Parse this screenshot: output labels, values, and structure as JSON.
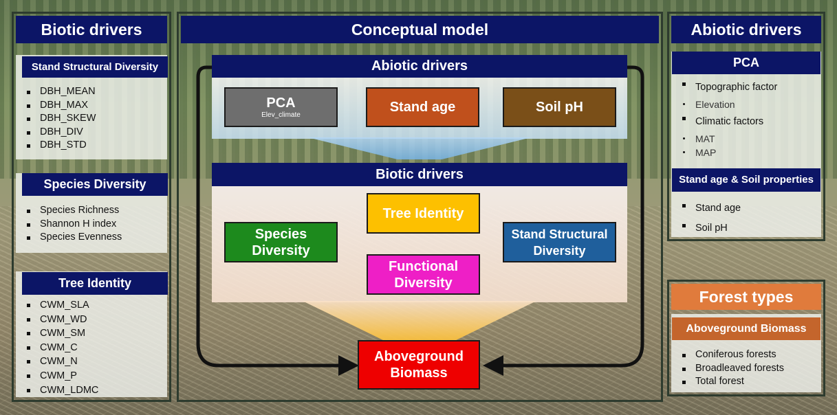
{
  "left": {
    "title": "Biotic drivers",
    "sections": [
      {
        "heading": "Stand Structural Diversity",
        "items": [
          "DBH_MEAN",
          "DBH_MAX",
          "DBH_SKEW",
          "DBH_DIV",
          "DBH_STD"
        ]
      },
      {
        "heading": "Species Diversity",
        "items": [
          "Species Richness",
          "Shannon H index",
          "Species Evenness"
        ]
      },
      {
        "heading": "Tree Identity",
        "items": [
          "CWM_SLA",
          "CWM_WD",
          "CWM_SM",
          "CWM_C",
          "CWM_N",
          "CWM_P",
          "CWM_LDMC"
        ]
      }
    ]
  },
  "center": {
    "title": "Conceptual model",
    "abiotic_band": "Abiotic drivers",
    "abiotic_boxes": [
      {
        "label": "PCA",
        "sub": "Elev_climate",
        "color": "#6e6e6e"
      },
      {
        "label": "Stand age",
        "color": "#c0501c"
      },
      {
        "label": "Soil pH",
        "color": "#7a4f18"
      }
    ],
    "biotic_band": "Biotic drivers",
    "biotic_boxes": {
      "species": {
        "label": "Species Diversity",
        "color": "#1d8a1d"
      },
      "identity": {
        "label": "Tree Identity",
        "color": "#fdc000"
      },
      "functional": {
        "label": "Functional Diversity",
        "color": "#ee1fc6"
      },
      "structural": {
        "label": "Stand Structural Diversity",
        "color": "#1f5f9c"
      }
    },
    "outcome": {
      "label": "Aboveground Biomass",
      "color": "#ee0000"
    }
  },
  "right": {
    "title": "Abiotic drivers",
    "pca_heading": "PCA",
    "pca_items": [
      {
        "text": "Topographic factor",
        "level": 0
      },
      {
        "text": "Elevation",
        "level": 1
      },
      {
        "text": "Climatic factors",
        "level": 0
      },
      {
        "text": "MAT",
        "level": 1
      },
      {
        "text": "MAP",
        "level": 1
      }
    ],
    "stand_heading": "Stand age & Soil properties",
    "stand_items": [
      "Stand age",
      "Soil pH"
    ],
    "forest_title": "Forest types",
    "forest_heading": "Aboveground Biomass",
    "forest_items": [
      "Coniferous forests",
      "Broadleaved forests",
      "Total forest"
    ],
    "forest_color": "#e07b3c"
  }
}
